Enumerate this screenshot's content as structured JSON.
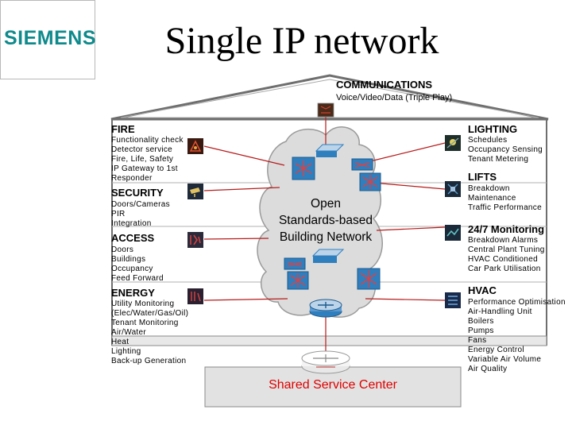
{
  "logo": "SIEMENS",
  "title": "Single IP network",
  "communications": {
    "title": "COMMUNICATIONS",
    "subtitle": "Voice/Video/Data (Triple Play)"
  },
  "fire": {
    "title": "FIRE",
    "lines": [
      "Functionality check",
      "Detector service",
      "Fire, Life, Safety",
      "IP Gateway to 1st",
      "Responder"
    ]
  },
  "security": {
    "title": "SECURITY",
    "lines": [
      "Doors/Cameras",
      "PIR",
      "Integration"
    ]
  },
  "access": {
    "title": "ACCESS",
    "lines": [
      "Doors",
      "Buildings",
      "Occupancy",
      "Feed Forward"
    ]
  },
  "energy": {
    "title": "ENERGY",
    "lines": [
      "Utility Monitoring",
      "(Elec/Water/Gas/Oil)",
      "Tenant Monitoring",
      "Air/Water",
      "Heat",
      "Lighting",
      "Back-up Generation"
    ]
  },
  "lighting": {
    "title": "LIGHTING",
    "lines": [
      "Schedules",
      "Occupancy Sensing",
      "Tenant Metering"
    ]
  },
  "lifts": {
    "title": "LIFTS",
    "lines": [
      "Breakdown",
      "Maintenance",
      "Traffic Performance"
    ]
  },
  "monitoring": {
    "title": "24/7 Monitoring",
    "lines": [
      "Breakdown Alarms",
      "Central Plant Tuning",
      "HVAC Conditioned",
      "Car Park Utilisation"
    ]
  },
  "hvac": {
    "title": "HVAC",
    "lines": [
      "Performance Optimisation",
      "Air-Handling Unit",
      "Boilers",
      "Pumps",
      "Fans",
      "Energy Control",
      "Variable Air Volume",
      "Air Quality"
    ]
  },
  "network": {
    "line1": "Open",
    "line2": "Standards-based",
    "line3": "Building Network"
  },
  "service_center": "Shared Service Center",
  "colors": {
    "logo": "#0f8a8c",
    "building": "#7a7a7a",
    "cloud": "#dcdcdc",
    "links": "#b71c1c",
    "device": "#2f7fbf",
    "service_text": "#e00000"
  }
}
